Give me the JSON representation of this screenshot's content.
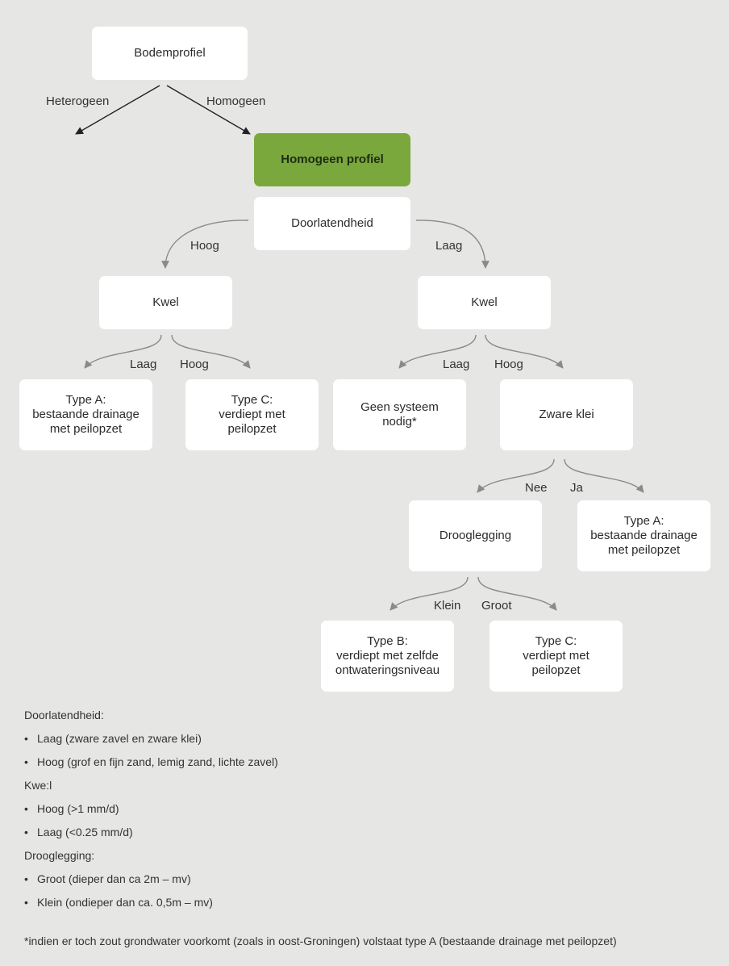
{
  "diagram": {
    "root": "Bodemprofiel",
    "root_edges": {
      "left": "Heterogeen",
      "right": "Homogeen"
    },
    "homogeneous": "Homogeen profiel",
    "permeability": "Doorlatendheid",
    "permeability_edges": {
      "left": "Hoog",
      "right": "Laag"
    },
    "kwel_left": "Kwel",
    "kwel_right": "Kwel",
    "kwel_left_edges": {
      "left": "Laag",
      "right": "Hoog"
    },
    "kwel_right_edges": {
      "left": "Laag",
      "right": "Hoog"
    },
    "type_a_1": "Type A:\nbestaande drainage\nmet peilopzet",
    "type_c_1": "Type C:\nverdiept met\npeilopzet",
    "geen_systeem": "Geen systeem\nnodig*",
    "zware_klei": "Zware klei",
    "zware_klei_edges": {
      "left": "Nee",
      "right": "Ja"
    },
    "drooglegging": "Drooglegging",
    "type_a_2": "Type A:\nbestaande drainage\nmet peilopzet",
    "drooglegging_edges": {
      "left": "Klein",
      "right": "Groot"
    },
    "type_b": "Type B:\nverdiept met zelfde\nontwateringsniveau",
    "type_c_2": "Type C:\nverdiept met\npeilopzet"
  },
  "legend": [
    {
      "kind": "heading",
      "text": "Doorlatendheid:"
    },
    {
      "kind": "bullet",
      "text": "Laag (zware zavel en zware klei)"
    },
    {
      "kind": "bullet",
      "text": "Hoog (grof en fijn zand, lemig zand, lichte zavel)"
    },
    {
      "kind": "heading",
      "text": "Kwe:l"
    },
    {
      "kind": "bullet",
      "text": "Hoog (>1 mm/d)"
    },
    {
      "kind": "bullet",
      "text": "Laag  (<0.25 mm/d)"
    },
    {
      "kind": "heading",
      "text": "Drooglegging:"
    },
    {
      "kind": "bullet",
      "text": "Groot (dieper dan ca 2m – mv)"
    },
    {
      "kind": "bullet",
      "text": "Klein (ondieper dan ca. 0,5m – mv)"
    }
  ],
  "footnote": "*indien er toch zout grondwater voorkomt (zoals in oost-Groningen) volstaat type A (bestaande drainage met peilopzet)",
  "colors": {
    "accent": "#7aa83c",
    "background": "#e6e6e5",
    "arrow": "#8a8a8a"
  }
}
